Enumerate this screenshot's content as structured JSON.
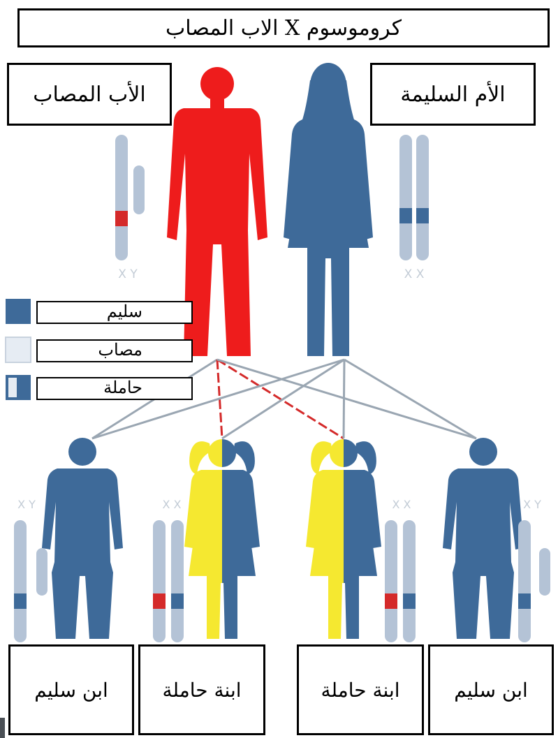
{
  "title": "كروموسوم X الاب المصاب",
  "parents": {
    "father_label": "الأب المصاب",
    "mother_label": "الأم السليمة",
    "father_chromosomes": "X Y",
    "mother_chromosomes": "X X"
  },
  "legend": [
    {
      "label": "سليم",
      "color": "#3e6a99"
    },
    {
      "label": "مصاب",
      "color": "#e6ecf3"
    },
    {
      "label": "حاملة",
      "color": "#3e6a99"
    }
  ],
  "children": [
    {
      "label": "ابن سليم",
      "chromosomes": "X Y"
    },
    {
      "label": "ابنة حاملة",
      "chromosomes": "X X"
    },
    {
      "label": "ابنة حاملة",
      "chromosomes": "X X"
    },
    {
      "label": "ابن سليم",
      "chromosomes": "X Y"
    }
  ],
  "colors": {
    "affected": "#ee1c1c",
    "healthy": "#3e6a99",
    "carrier": "#f5e830",
    "chromosome": "#b4c3d6",
    "mutant_band": "#d42a2a",
    "normal_band": "#3e6a99",
    "line": "#9aa6b2"
  }
}
